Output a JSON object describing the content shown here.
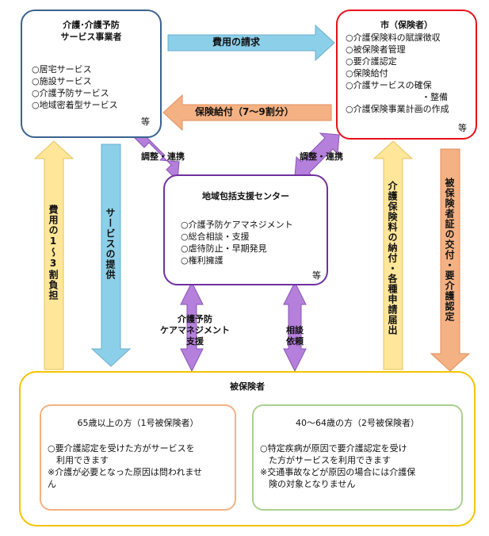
{
  "provider": {
    "title1": "介護･介護予防",
    "title2": "サービス事業者",
    "items": [
      "○居宅サービス",
      "○施設サービス",
      "○介護予防サービス",
      "○地域密着型サービス"
    ],
    "etc": "等"
  },
  "city": {
    "title": "市（保険者）",
    "items": [
      "○介護保険料の賦課徴収",
      "○被保険者管理",
      "○要介護認定",
      "○保険給付",
      "○介護サービスの確保"
    ],
    "item_cont": "・整備",
    "item_last": "○介護保険事業計画の作成",
    "etc": "等"
  },
  "center": {
    "title": "地域包括支援センター",
    "items": [
      "○介護予防ケアマネジメント",
      "○総合相談・支援",
      "○虐待防止・早期発見",
      "○権利擁護"
    ],
    "etc": "等"
  },
  "insured": {
    "title": "被保険者",
    "group1": {
      "title": "65歳以上の方（1号被保険者）",
      "lines": [
        "○要介護認定を受けた方がサービスを",
        "　利用できます",
        "※介護が必要となった原因は問われませ",
        "ん"
      ]
    },
    "group2": {
      "title": "40～64歳の方（2号被保険者）",
      "lines": [
        "○特定疾病が原因で要介護認定を受け",
        "　た方がサービスを利用できます",
        "※交通事故などが原因の場合には介護保",
        "　険の対象となりません"
      ]
    }
  },
  "arrows": {
    "billing": "費用の請求",
    "payment": "保険給付（7～9割分）",
    "coord_left": "調整・連携",
    "coord_right": "調整・連携",
    "copay": "費用の1～3割負担",
    "service": "サービスの提供",
    "premium": "介護保険料の納付・各種申請届出",
    "cert": "被保険者証の交付・要介護認定",
    "care_mgmt1": "介護予防",
    "care_mgmt2": "ケアマネジメント",
    "care_mgmt3": "支援",
    "consult1": "相談",
    "consult2": "依頼"
  },
  "colors": {
    "provider_border": "#3a6291",
    "city_border": "#e8101a",
    "center_border": "#7030a0",
    "insured_border": "#f5c400",
    "group1_border": "#f4b183",
    "group2_border": "#a9d18e",
    "blue_arrow": "#8ccfe8",
    "orange_arrow": "#f4b183",
    "purple_arrow": "#b57fdc",
    "yellow_arrow": "#ffe699"
  }
}
